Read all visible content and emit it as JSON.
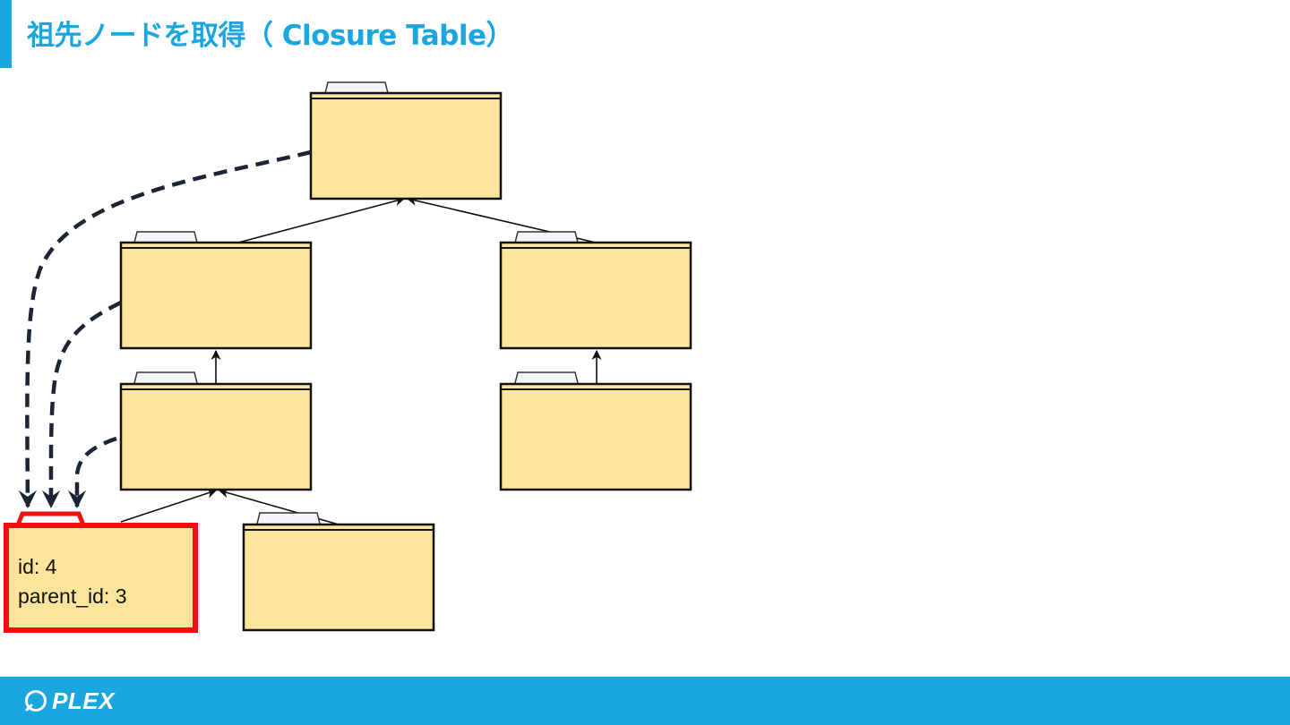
{
  "title": "祖先ノードを取得（ Closure Table）",
  "highlighted_node": {
    "id_label": "id: 4",
    "parent_label": "parent_id: 3"
  },
  "footer": {
    "logo_text": "PLEX"
  },
  "colors": {
    "accent": "#1aa7df",
    "folder_fill": "#fde49b",
    "folder_tab": "#f3f5f8",
    "highlight": "#ee1111",
    "line": "#111111",
    "dashed_arrow": "#1c2536"
  }
}
